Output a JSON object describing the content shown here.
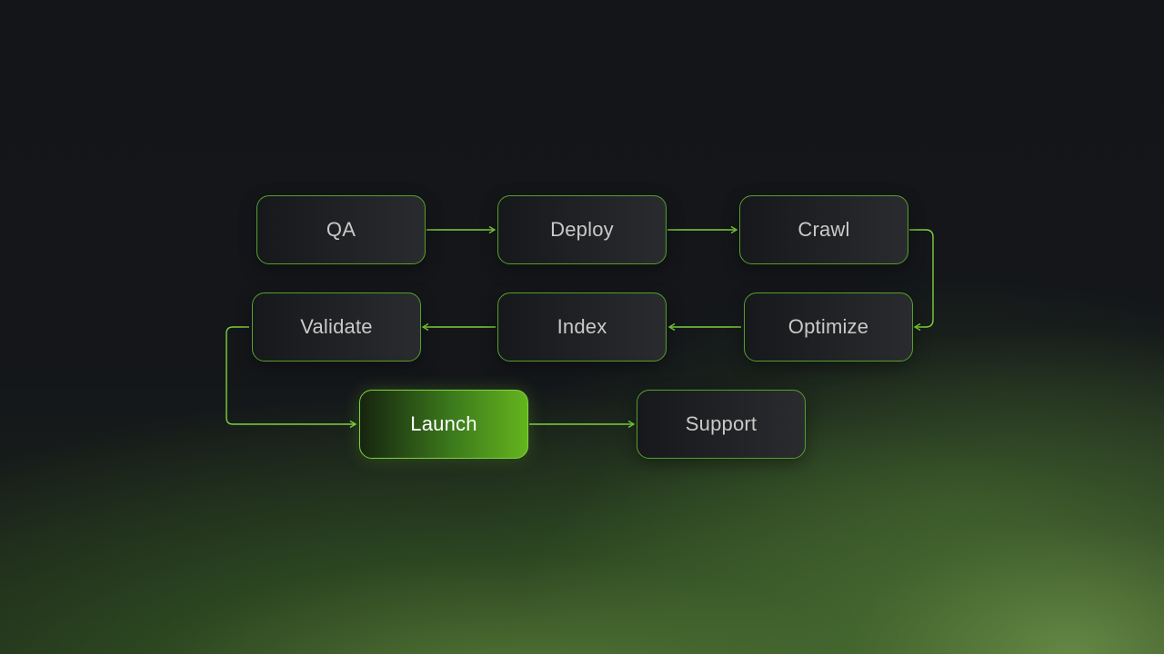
{
  "diagram": {
    "nodes": [
      {
        "id": "qa",
        "label": "QA"
      },
      {
        "id": "deploy",
        "label": "Deploy"
      },
      {
        "id": "crawl",
        "label": "Crawl"
      },
      {
        "id": "optimize",
        "label": "Optimize"
      },
      {
        "id": "index",
        "label": "Index"
      },
      {
        "id": "validate",
        "label": "Validate"
      },
      {
        "id": "launch",
        "label": "Launch",
        "highlighted": true
      },
      {
        "id": "support",
        "label": "Support"
      }
    ],
    "edges": [
      {
        "from": "qa",
        "to": "deploy"
      },
      {
        "from": "deploy",
        "to": "crawl"
      },
      {
        "from": "crawl",
        "to": "optimize"
      },
      {
        "from": "optimize",
        "to": "index"
      },
      {
        "from": "index",
        "to": "validate"
      },
      {
        "from": "validate",
        "to": "launch"
      },
      {
        "from": "launch",
        "to": "support"
      }
    ],
    "colors": {
      "accent": "#7dd13a",
      "node_border": "#55a02c",
      "highlight_fill": "#64b41e",
      "background": "#131519"
    }
  }
}
